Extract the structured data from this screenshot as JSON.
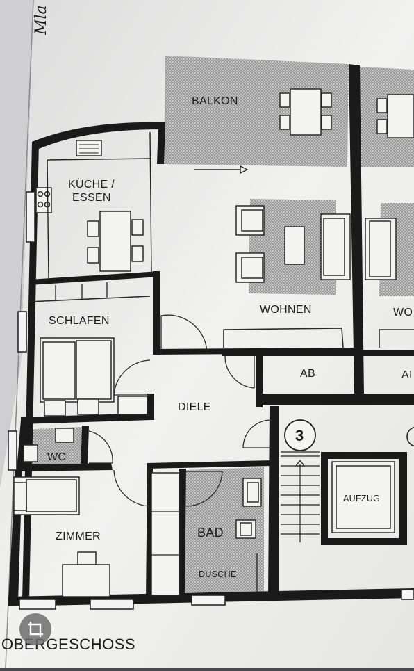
{
  "plan": {
    "rooms": {
      "balkon": "BALKON",
      "kueche_line1": "KÜCHE /",
      "kueche_line2": "ESSEN",
      "wohnen": "WOHNEN",
      "wohnen_neighbor": "WO",
      "schlafen": "SCHLAFEN",
      "ab": "AB",
      "ab_neighbor": "AI",
      "diele": "DIELE",
      "wc": "WC",
      "zimmer": "ZIMMER",
      "bad": "BAD",
      "dusche": "DUSCHE",
      "aufzug": "AUFZUG"
    },
    "staircase_number": "3",
    "caption": "OBERGESCHOSS",
    "margin_handwriting": "Mla"
  },
  "overlay": {
    "crop_button_icon": "crop-icon"
  }
}
